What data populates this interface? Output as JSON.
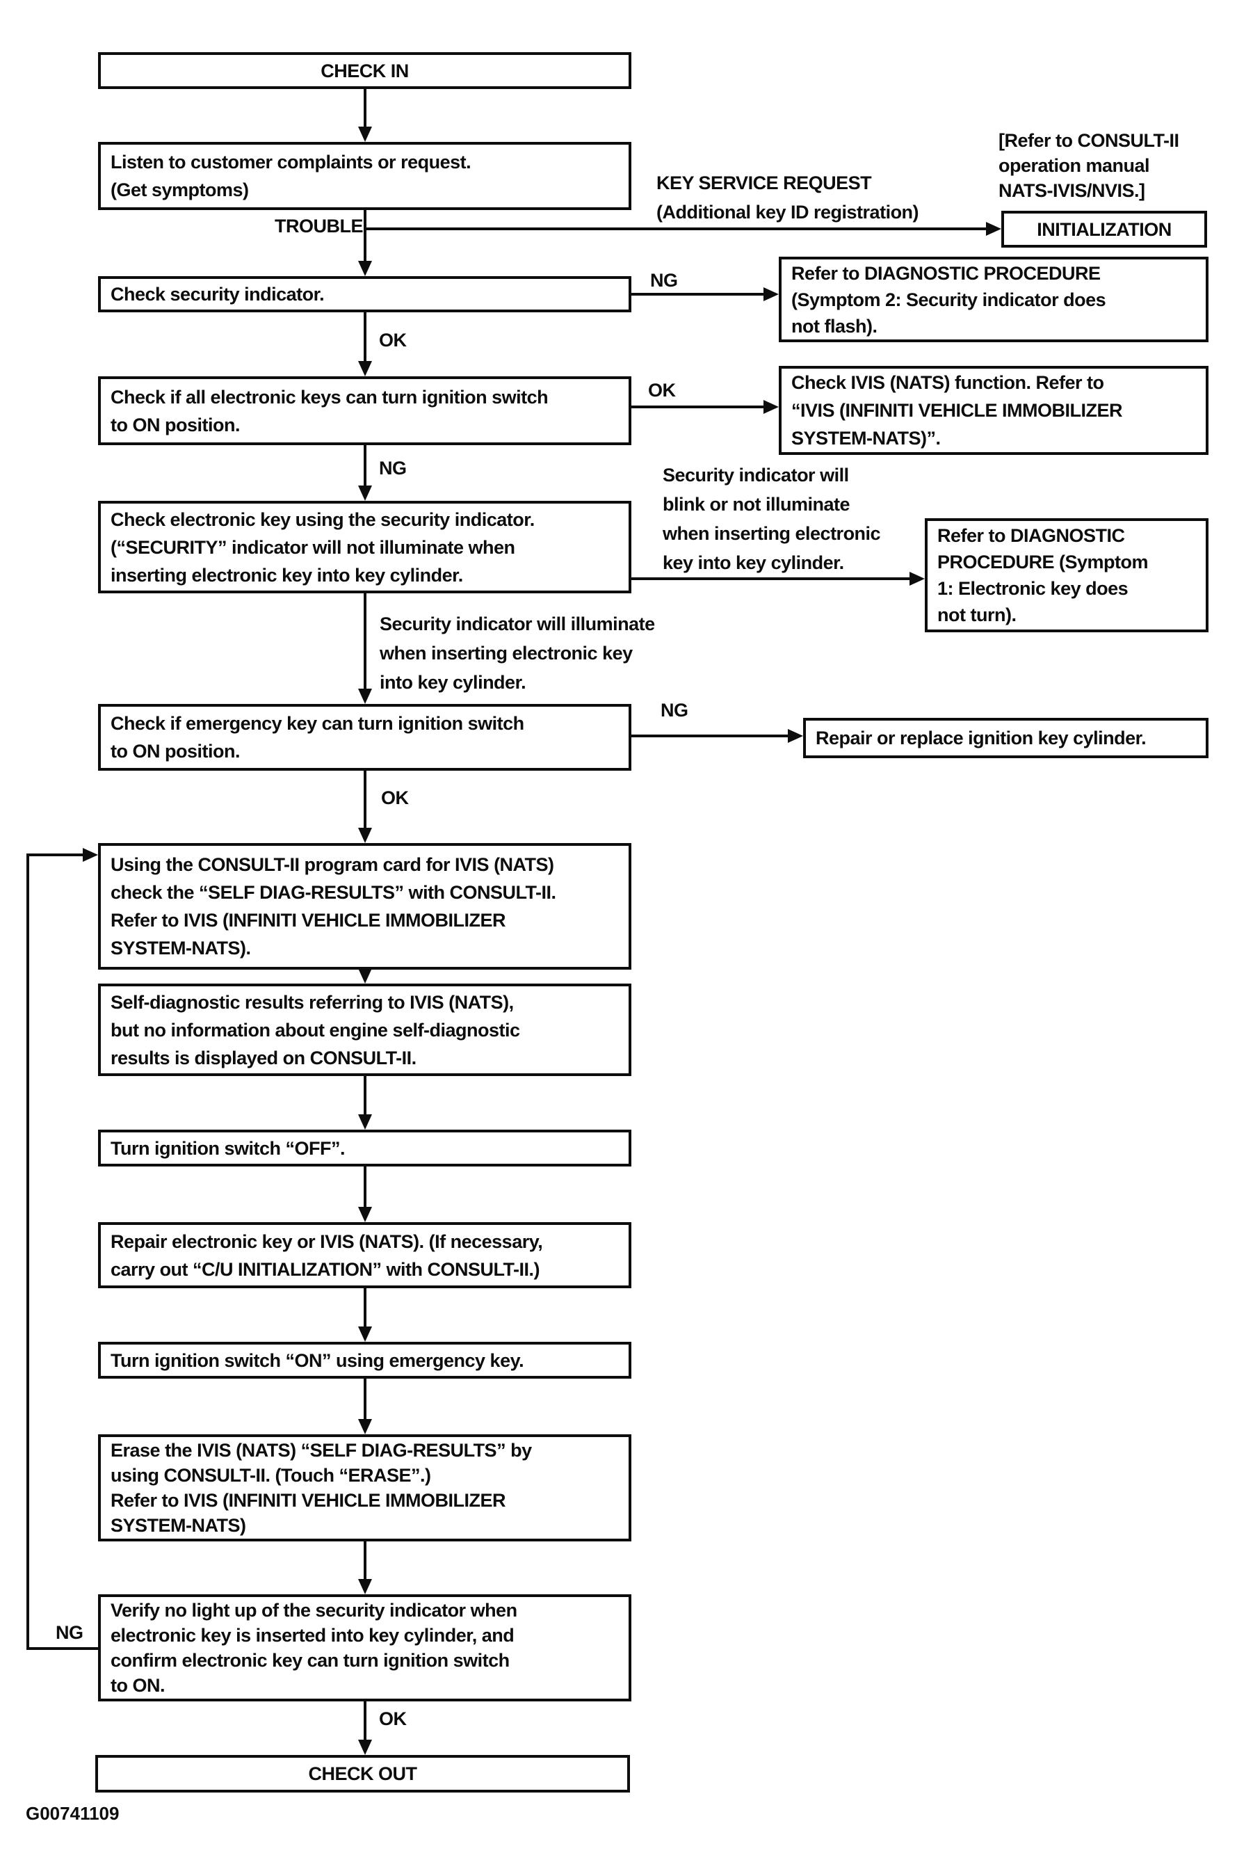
{
  "figure": {
    "id": "G00741109"
  },
  "colors": {
    "ink": "#0d0d0d",
    "paper": "#ffffff"
  },
  "nodes": {
    "check_in": "CHECK IN",
    "listen": "Listen to customer complaints or request.\n(Get symptoms)",
    "check_security_indicator": "Check security indicator.",
    "check_all_keys": "Check if all electronic keys can turn ignition switch\nto ON position.",
    "check_electronic_key": "Check electronic key using the security indicator.\n(“SECURITY” indicator will not illuminate when\ninserting electronic key into key cylinder.",
    "check_emergency_key": "Check if emergency key can turn ignition switch\nto ON position.",
    "consult_self_diag": "Using the CONSULT-II program card for IVIS (NATS)\ncheck the “SELF DIAG-RESULTS” with CONSULT-II.\nRefer to IVIS (INFINITI VEHICLE IMMOBILIZER\nSYSTEM-NATS).",
    "self_diag_results": "Self-diagnostic results referring to IVIS (NATS),\nbut no information about engine self-diagnostic\nresults is displayed on CONSULT-II.",
    "ignition_off": "Turn ignition switch “OFF”.",
    "repair_key": "Repair electronic key or IVIS (NATS). (If necessary,\ncarry out “C/U INITIALIZATION” with CONSULT-II.)",
    "ignition_on": "Turn ignition switch “ON” using emergency key.",
    "erase_results": "Erase the IVIS (NATS) “SELF DIAG-RESULTS” by\nusing CONSULT-II. (Touch “ERASE”.)\nRefer to IVIS (INFINITI VEHICLE IMMOBILIZER\nSYSTEM-NATS)",
    "verify_no_light": "Verify no light up of the security indicator when\nelectronic key is inserted into key cylinder, and\nconfirm electronic key can turn ignition switch\nto ON.",
    "check_out": "CHECK OUT",
    "initialization": "INITIALIZATION",
    "symptom2": "Refer to DIAGNOSTIC PROCEDURE\n(Symptom 2: Security indicator does\nnot flash).",
    "check_ivis": "Check IVIS (NATS) function. Refer to\n“IVIS (INFINITI VEHICLE IMMOBILIZER\nSYSTEM-NATS)”.",
    "symptom1": "Refer to DIAGNOSTIC\nPROCEDURE (Symptom\n1: Electronic key does\nnot turn).",
    "repair_cylinder": "Repair or replace ignition key cylinder."
  },
  "labels": {
    "trouble": "TROUBLE",
    "key_service_request": "KEY SERVICE REQUEST\n(Additional key ID registration)",
    "consult_manual_note": "[Refer to CONSULT-II\noperation manual\nNATS-IVIS/NVIS.]",
    "indicator_blink_note": "Security indicator will\nblink or not illuminate\nwhen inserting electronic\nkey into key cylinder.",
    "indicator_illuminate_note": "Security indicator will illuminate\nwhen inserting electronic key\ninto key cylinder.",
    "ng": "NG",
    "ok": "OK"
  }
}
